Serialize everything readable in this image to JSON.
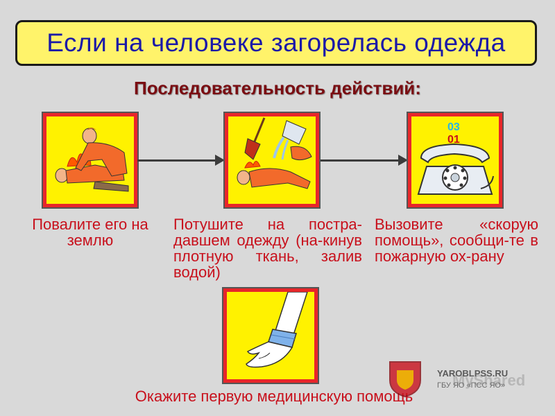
{
  "title": "Если на человеке загорелась одежда",
  "subtitle": "Последовательность действий:",
  "steps": [
    {
      "caption": "Повалите его на землю",
      "icon": "person-knocked-down-icon"
    },
    {
      "caption": "Потушите на постра-давшем одежду (на-кинув плотную ткань, залив водой)",
      "icon": "extinguish-fire-icon"
    },
    {
      "caption": "Вызовите «скорую помощь», сообщи-те в пожарную ох-рану",
      "icon": "telephone-icon",
      "phone_numbers": [
        "03",
        "01"
      ]
    },
    {
      "caption": "Окажите первую медицинскую помощь",
      "icon": "bandaged-arm-icon"
    }
  ],
  "watermark": {
    "site": "YAROBLPSS.RU",
    "org": "ГБУ ЯО «ПСС ЯО»",
    "overlay": "MyShared"
  },
  "colors": {
    "background": "#d9d9d9",
    "title_bg": "#fff36a",
    "title_text": "#1b1aa8",
    "subtitle_text": "#7a0d12",
    "caption_text": "#c8101c",
    "picture_bg": "#fff200",
    "picture_border": "#e8262a"
  }
}
